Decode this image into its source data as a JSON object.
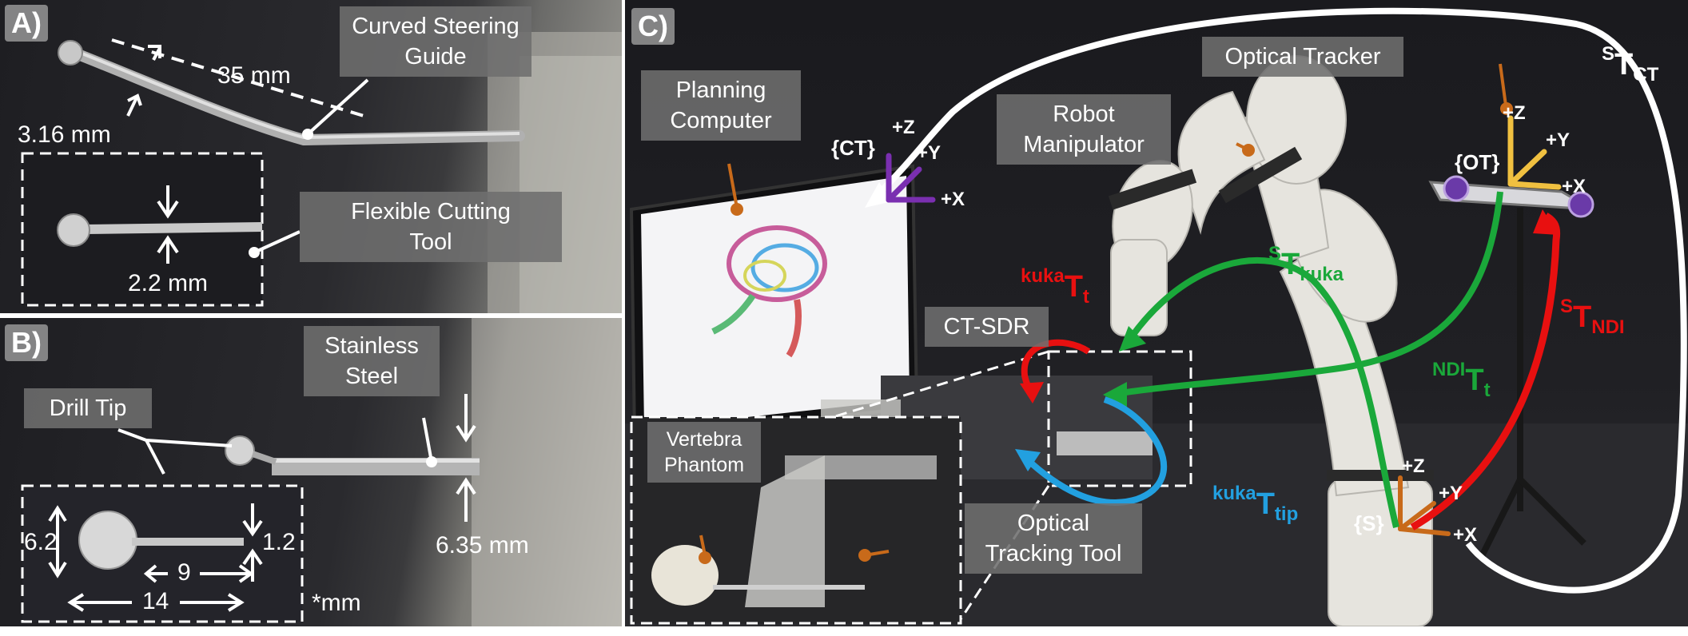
{
  "panels": {
    "a": {
      "letter": "A)",
      "labels": {
        "curved_guide": "Curved Steering\nGuide",
        "flexible_tool": "Flexible Cutting\nTool"
      },
      "measurements": {
        "length": "35 mm",
        "guide_diameter": "3.16 mm",
        "tool_diameter": "2.2 mm"
      }
    },
    "b": {
      "letter": "B)",
      "labels": {
        "stainless": "Stainless\nSteel",
        "drill_tip": "Drill Tip"
      },
      "measurements": {
        "steel_diameter": "6.35 mm",
        "tip_height": "6.2",
        "shaft_height": "1.2",
        "shaft_length": "9",
        "total_length": "14",
        "unit_note": "*mm"
      }
    },
    "c": {
      "letter": "C)",
      "labels": {
        "planning_computer": "Planning\nComputer",
        "robot_manipulator": "Robot\nManipulator",
        "optical_tracker": "Optical Tracker",
        "ct_sdr": "CT-SDR",
        "vertebra_phantom": "Vertebra\nPhantom",
        "optical_tracking_tool": "Optical\nTracking Tool"
      },
      "frames": {
        "ct": "{CT}",
        "ot": "{OT}",
        "s": "{S}"
      },
      "axes": {
        "plus_x": "+X",
        "plus_y": "+Y",
        "plus_z": "+Z"
      },
      "transforms": {
        "s_t_ct": {
          "sup": "S",
          "base": "T",
          "sub": "CT"
        },
        "s_t_kuka": {
          "sup": "S",
          "base": "T",
          "sub": "kuka"
        },
        "kuka_t_t": {
          "sup": "kuka",
          "base": "T",
          "sub": "t"
        },
        "ndi_t_t": {
          "sup": "NDI",
          "base": "T",
          "sub": "t"
        },
        "s_t_ndi": {
          "sup": "S",
          "base": "T",
          "sub": "NDI"
        },
        "kuka_t_tip": {
          "sup": "kuka",
          "base": "T",
          "sub": "tip"
        }
      }
    }
  },
  "colors": {
    "red": "#e81010",
    "green": "#1aa83a",
    "blue": "#22a0e0",
    "white": "#ffffff",
    "purple": "#7a2fb0",
    "yellow": "#f0c040",
    "orange": "#c86a1a"
  }
}
